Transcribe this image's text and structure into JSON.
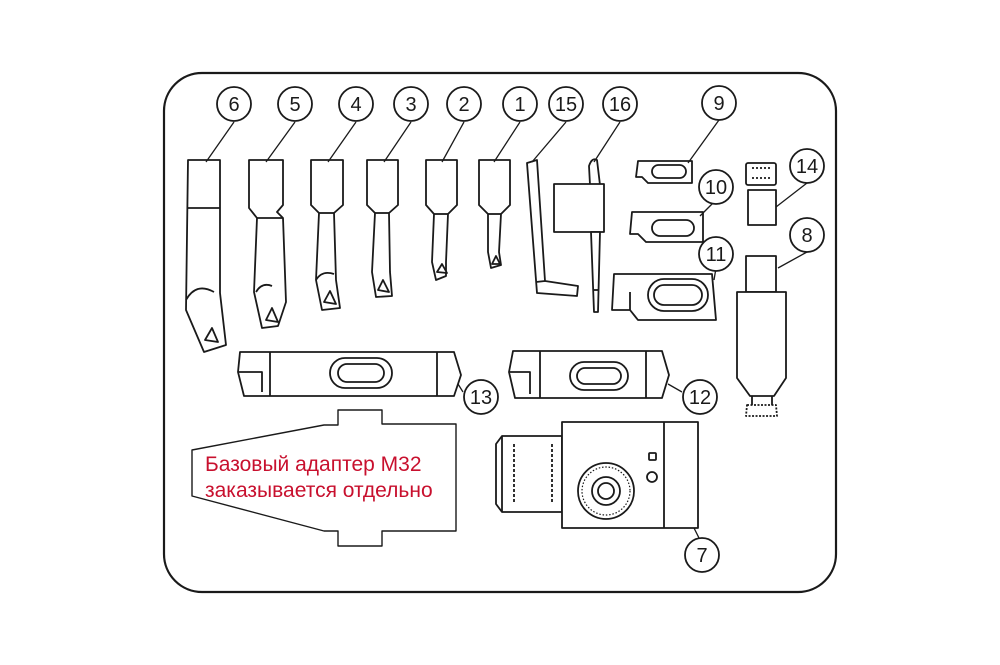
{
  "colors": {
    "line": "#1a1a1a",
    "part_fill": "#ffffff",
    "note_text": "#c8102e",
    "background": "#ffffff"
  },
  "callouts": [
    "1",
    "2",
    "3",
    "4",
    "5",
    "6",
    "7",
    "8",
    "9",
    "10",
    "11",
    "12",
    "13",
    "14",
    "15",
    "16"
  ],
  "note": {
    "line1": "Базовый адаптер М32",
    "line2": "заказывается отдельно"
  }
}
